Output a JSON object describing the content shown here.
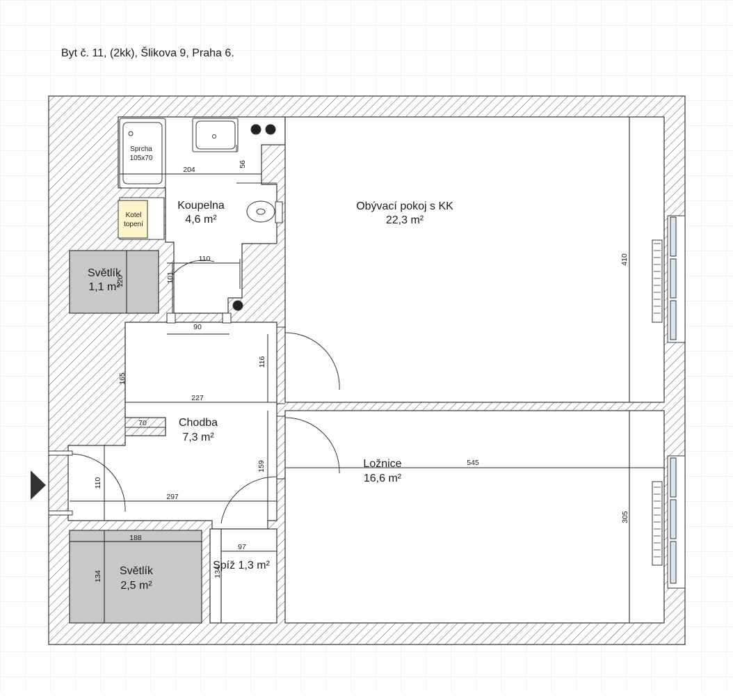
{
  "title": "Byt č. 11, (2kk), Šlikova 9, Praha 6.",
  "rooms": {
    "koupelna": {
      "name": "Koupelna",
      "area": "4,6 m²"
    },
    "obyvaci": {
      "name": "Obývací pokoj s KK",
      "area": "22,3 m²"
    },
    "svetlik_small": {
      "name": "Světlík",
      "area": "1,1 m²"
    },
    "chodba": {
      "name": "Chodba",
      "area": "7,3 m²"
    },
    "loznice": {
      "name": "Ložnice",
      "area": "16,6 m²"
    },
    "svetlik_large": {
      "name": "Světlík",
      "area": "2,5 m²"
    },
    "spiz": {
      "name": "Spíž 1,3 m²"
    }
  },
  "fixtures": {
    "shower_line1": "Sprcha",
    "shower_line2": "105x70",
    "boiler_line1": "Kotel",
    "boiler_line2": "topení"
  },
  "dimensions": {
    "d204": "204",
    "d56": "56",
    "d110a": "110",
    "d101": "101",
    "d120": "120",
    "d90": "90",
    "d116": "116",
    "d165": "165",
    "d227": "227",
    "d70": "70",
    "d410": "410",
    "d545": "545",
    "d159": "159",
    "d110b": "110",
    "d297": "297",
    "d188": "188",
    "d97": "97",
    "d134a": "134",
    "d134b": "134",
    "d305": "305"
  }
}
